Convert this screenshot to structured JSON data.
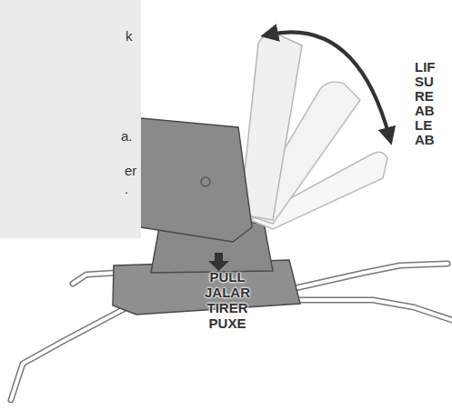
{
  "diagram": {
    "nodes": [
      {
        "text": [
          "k",
          "a.",
          "er ."
        ]
      }
    ],
    "labels": [
      "LIF SU RE AB LE AB",
      "PULL JALAR TIRER PUXE"
    ]
  }
}
